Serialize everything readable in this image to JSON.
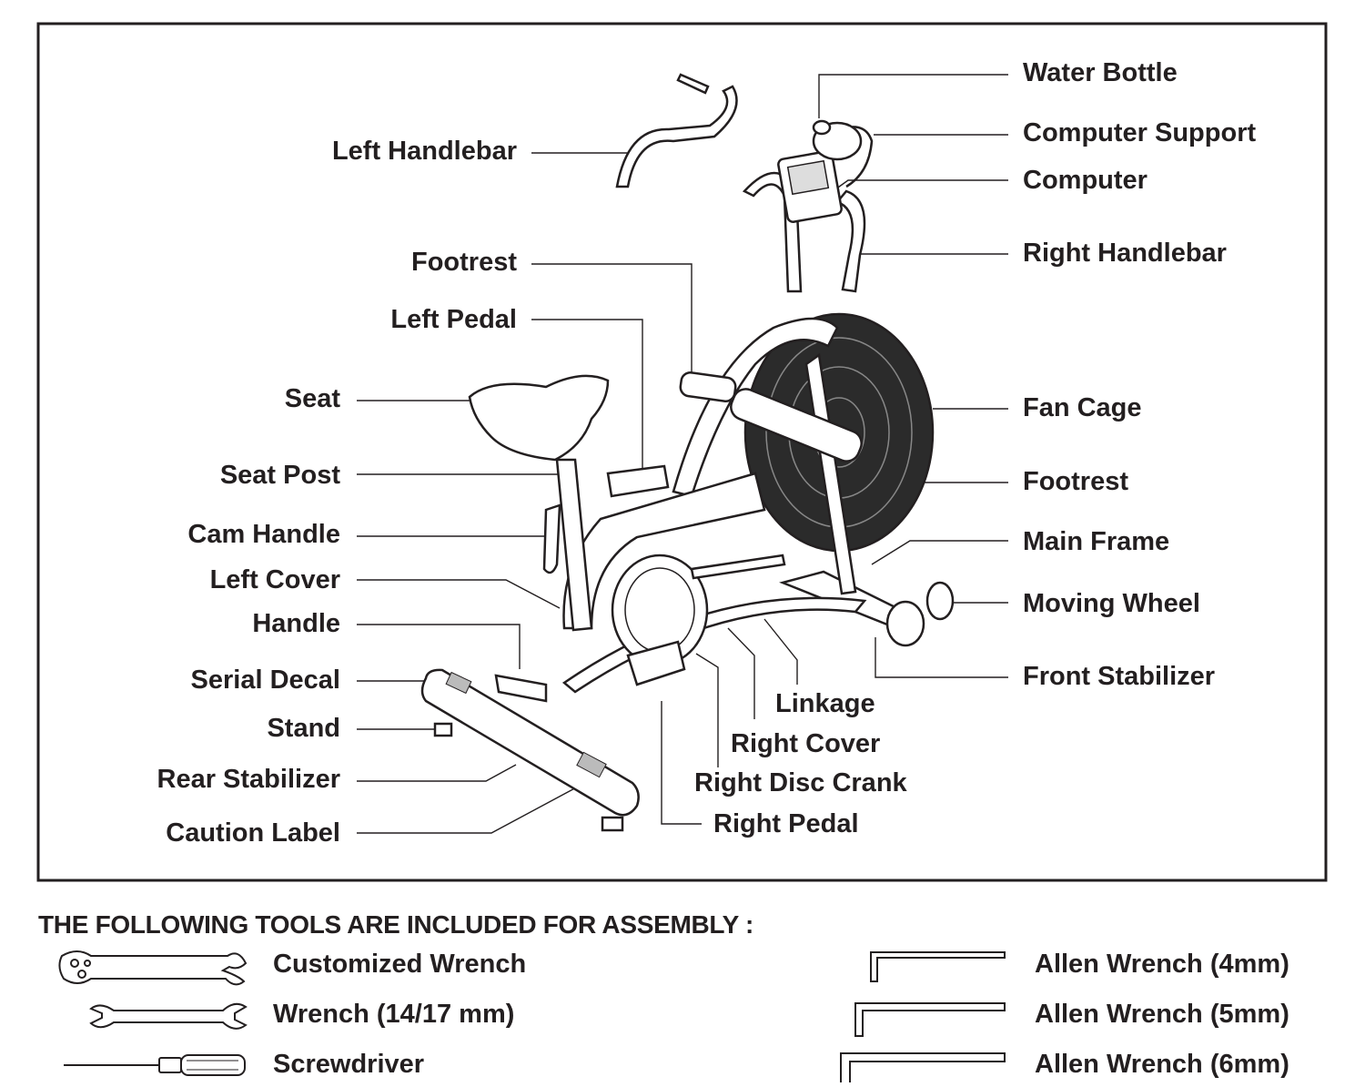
{
  "diagram": {
    "labels": {
      "left_handlebar": "Left Handlebar",
      "footrest_left": "Footrest",
      "left_pedal": "Left Pedal",
      "seat": "Seat",
      "seat_post": "Seat Post",
      "cam_handle": "Cam Handle",
      "left_cover": "Left Cover",
      "handle": "Handle",
      "serial_decal": "Serial Decal",
      "stand": "Stand",
      "rear_stabilizer": "Rear Stabilizer",
      "caution_label": "Caution Label",
      "water_bottle": "Water Bottle",
      "computer_support": "Computer Support",
      "computer": "Computer",
      "right_handlebar": "Right Handlebar",
      "fan_cage": "Fan Cage",
      "footrest_right": "Footrest",
      "main_frame": "Main Frame",
      "moving_wheel": "Moving Wheel",
      "front_stabilizer": "Front Stabilizer",
      "linkage": "Linkage",
      "right_cover": "Right Cover",
      "right_disc_crank": "Right Disc Crank",
      "right_pedal": "Right Pedal"
    }
  },
  "tools": {
    "heading": "THE FOLLOWING TOOLS ARE INCLUDED FOR ASSEMBLY :",
    "items": [
      {
        "label": "Customized Wrench",
        "icon": "customized-wrench-icon"
      },
      {
        "label": "Wrench (14/17 mm)",
        "icon": "wrench-icon"
      },
      {
        "label": "Screwdriver",
        "icon": "screwdriver-icon"
      },
      {
        "label": "Allen Wrench (4mm)",
        "icon": "allen-wrench-icon"
      },
      {
        "label": "Allen Wrench (5mm)",
        "icon": "allen-wrench-icon"
      },
      {
        "label": "Allen Wrench (6mm)",
        "icon": "allen-wrench-icon"
      }
    ]
  }
}
